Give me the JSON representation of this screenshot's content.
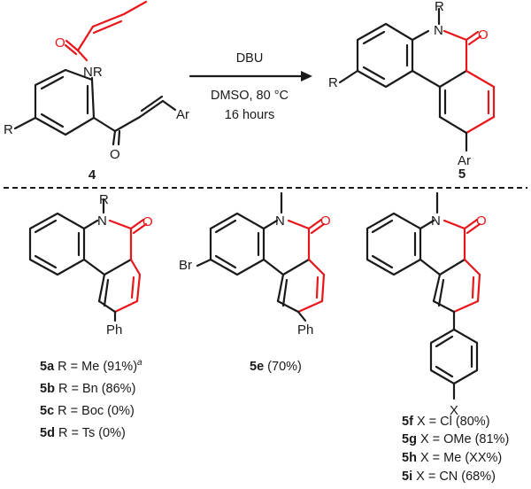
{
  "colors": {
    "ink": "#1a1a1a",
    "highlight": "#e8161b"
  },
  "reaction": {
    "reagent": "DBU",
    "conditions_line1": "DMSO, 80 °C",
    "conditions_line2": "16 hours",
    "reactant_label": "4",
    "product_label": "5"
  },
  "atoms": {
    "N": "N",
    "NR": "NR",
    "R": "R",
    "O": "O",
    "Ar": "Ar",
    "Br": "Br",
    "Ph": "Ph",
    "X": "X"
  },
  "compounds_5a_5d": [
    {
      "id": "5a",
      "text": "R = Me (91%)",
      "footnote": "a"
    },
    {
      "id": "5b",
      "text": "R = Bn (86%)"
    },
    {
      "id": "5c",
      "text": "R = Boc (0%)"
    },
    {
      "id": "5d",
      "text": "R = Ts (0%)"
    }
  ],
  "compound_5e": {
    "id": "5e",
    "text": "(70%)"
  },
  "compounds_5f_5i": [
    {
      "id": "5f",
      "text": "X = Cl (80%)"
    },
    {
      "id": "5g",
      "text": "X = OMe (81%)"
    },
    {
      "id": "5h",
      "text": "X = Me (XX%)"
    },
    {
      "id": "5i",
      "text": "X = CN (68%)"
    }
  ]
}
